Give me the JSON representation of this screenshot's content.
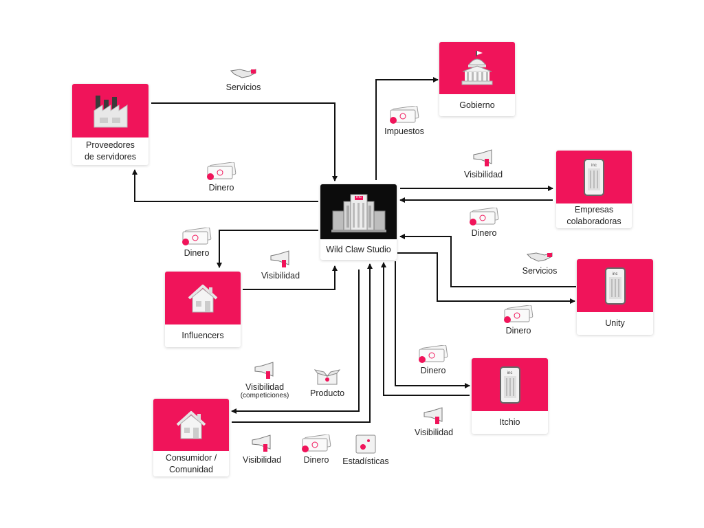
{
  "nodes": {
    "proveedores": {
      "label": "Proveedores\nde servidores",
      "icon": "factory-icon"
    },
    "gobierno": {
      "label": "Gobierno",
      "icon": "capitol-icon"
    },
    "studio": {
      "label": "Wild Claw Studio",
      "icon": "building-icon",
      "badge": "inc"
    },
    "empresas": {
      "label": "Empresas\ncolaboradoras",
      "icon": "phone-icon",
      "badge": "inc"
    },
    "unity": {
      "label": "Unity",
      "icon": "phone-icon",
      "badge": "inc"
    },
    "itchio": {
      "label": "Itchio",
      "icon": "phone-icon",
      "badge": "inc"
    },
    "influencers": {
      "label": "Influencers",
      "icon": "house-icon"
    },
    "consumidor": {
      "label": "Consumidor /\nComunidad",
      "icon": "house-icon"
    }
  },
  "flows": {
    "servicios_proveedores": {
      "label": "Servicios",
      "icon": "handshake-icon"
    },
    "dinero_proveedores": {
      "label": "Dinero",
      "icon": "money-icon"
    },
    "impuestos": {
      "label": "Impuestos",
      "icon": "money-icon"
    },
    "visibilidad_empresas": {
      "label": "Visibilidad",
      "icon": "megaphone-icon"
    },
    "dinero_empresas": {
      "label": "Dinero",
      "icon": "money-icon"
    },
    "servicios_unity": {
      "label": "Servicios",
      "icon": "handshake-icon"
    },
    "dinero_unity": {
      "label": "Dinero",
      "icon": "money-icon"
    },
    "dinero_itchio": {
      "label": "Dinero",
      "icon": "money-icon"
    },
    "visibilidad_itchio": {
      "label": "Visibilidad",
      "icon": "megaphone-icon"
    },
    "dinero_influencers": {
      "label": "Dinero",
      "icon": "money-icon"
    },
    "visibilidad_influencers": {
      "label": "Visibilidad",
      "icon": "megaphone-icon"
    },
    "visibilidad_competiciones": {
      "label": "Visibilidad",
      "sub": "(competiciones)",
      "icon": "megaphone-icon"
    },
    "producto": {
      "label": "Producto",
      "icon": "box-icon"
    },
    "visibilidad_consumidor": {
      "label": "Visibilidad",
      "icon": "megaphone-icon"
    },
    "dinero_consumidor": {
      "label": "Dinero",
      "icon": "money-icon"
    },
    "estadisticas": {
      "label": "Estadísticas",
      "icon": "stats-icon"
    }
  },
  "colors": {
    "accent": "#f0145a",
    "studio_tile": "#0c0c0c",
    "arrow": "#111111"
  }
}
